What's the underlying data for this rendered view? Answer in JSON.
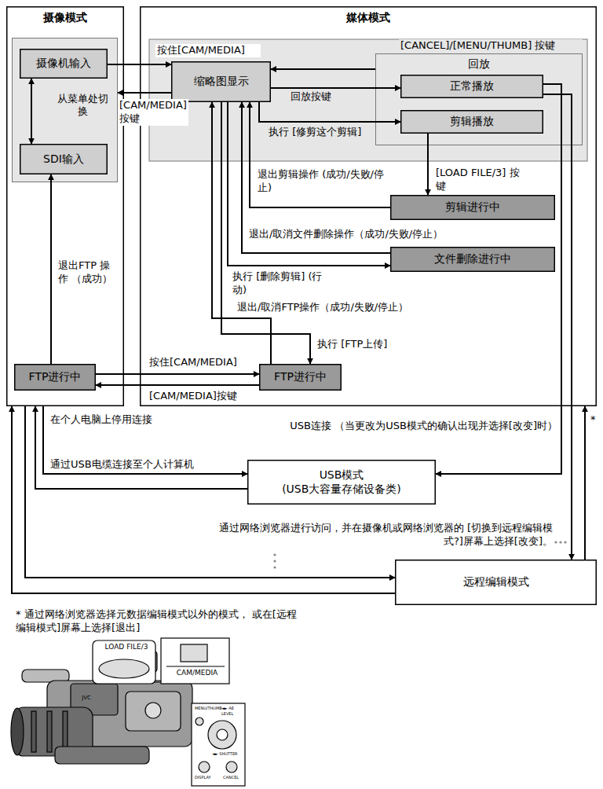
{
  "diagram": {
    "nodes": [
      {
        "text": [
          "摄像模式"
        ]
      },
      {
        "text": [
          "媒体模式"
        ]
      },
      {
        "text": [
          "从菜单处切换"
        ],
        "in": 0
      },
      {
        "text": [
          "摄像机输入"
        ],
        "in": 2
      },
      {
        "text": [
          "SDI输入"
        ],
        "in": 2
      },
      {
        "text": [
          "缩略图显示"
        ],
        "in": 1
      },
      {
        "text": [
          "回放"
        ],
        "in": 1
      },
      {
        "text": [
          "正常播放"
        ],
        "in": 6
      },
      {
        "text": [
          "剪辑播放"
        ],
        "in": 6
      },
      {
        "text": [
          "剪辑进行中"
        ],
        "in": 1
      },
      {
        "text": [
          "文件删除进行中"
        ],
        "in": 1
      },
      {
        "text": [
          "FTP进行中"
        ],
        "in": 0
      },
      {
        "text": [
          "FTP进行中"
        ],
        "in": 1
      },
      {
        "text": [
          "USB模式",
          "(USB大容量存储设备类)"
        ]
      },
      {
        "text": [
          "远程编辑模式"
        ]
      }
    ],
    "edges": [
      {
        "from": 3,
        "to": 4,
        "arrow": "both"
      },
      {
        "from": 3,
        "to": 5,
        "label": "按住[CAM/MEDIA]",
        "arrow": "to"
      },
      {
        "from": 5,
        "to": 2,
        "label": "[CAM/MEDIA] 按键",
        "arrow": "to"
      },
      {
        "from": 6,
        "to": 5,
        "label": "[CANCEL]/[MENU/THUMB] 按键",
        "arrow": "to"
      },
      {
        "from": 5,
        "to": 7,
        "label": "回放按键",
        "arrow": "to"
      },
      {
        "from": 5,
        "to": 8,
        "label": "执行 [修剪这个剪辑]",
        "arrow": "to"
      },
      {
        "from": 8,
        "to": 9,
        "label": "[LOAD FILE/3] 按键",
        "arrow": "to"
      },
      {
        "from": 9,
        "to": 5,
        "label": "退出剪辑操作 (成功/失败/停止)",
        "arrow": "to"
      },
      {
        "from": 10,
        "to": 5,
        "label": "退出/取消文件删除操作（成功/失败/停止）",
        "arrow": "to"
      },
      {
        "from": 5,
        "to": 10,
        "label": "执行 [删除剪辑] (行动)",
        "arrow": "to"
      },
      {
        "from": 12,
        "to": 5,
        "label": "退出/取消FTP操作（成功/失败/停止）",
        "arrow": "to"
      },
      {
        "from": 5,
        "to": 12,
        "label": "执行 [FTP上传]",
        "arrow": "to"
      },
      {
        "from": 11,
        "to": 12,
        "label": "按住[CAM/MEDIA]",
        "arrow": "to"
      },
      {
        "from": 12,
        "to": 11,
        "label": "[CAM/MEDIA]按键",
        "arrow": "to"
      },
      {
        "from": 11,
        "to": 4,
        "label": "退出FTP 操作 （成功）",
        "arrow": "to"
      },
      {
        "from": 13,
        "to": 0,
        "label": "在个人电脑上停用连接",
        "arrow": "to"
      },
      {
        "from": 0,
        "to": 13,
        "label": "通过USB电缆连接至个人计算机",
        "arrow": "to"
      },
      {
        "from": 7,
        "to": 13,
        "label": "USB连接 （当更改为USB模式的确认出现并选择[改变]时）",
        "arrow": "to"
      },
      {
        "from": 7,
        "to": 14,
        "label": "通过网络浏览器进行访问，并在摄像机或网络浏览器的 [切换到远程编辑模式?]屏幕上选择[改变]。",
        "arrow": "to"
      },
      {
        "from": 14,
        "to": 1,
        "label": "*",
        "arrow": "to"
      },
      {
        "from": 0,
        "to": 14,
        "arrow": "to"
      },
      {
        "from": 14,
        "to": 0,
        "arrow": "to"
      }
    ],
    "labels": [
      "* 通过网络浏览器选择元数据编辑模式以外的模式， 或在[远程编辑模式]屏幕上选择[退出]",
      "LOAD FILE/3",
      "CAM/MEDIA",
      "MENU/THUMB",
      "◄► AE LEVEL",
      "◄► SHUTTER",
      "DISPLAY",
      "CANCEL",
      "JVC"
    ]
  }
}
